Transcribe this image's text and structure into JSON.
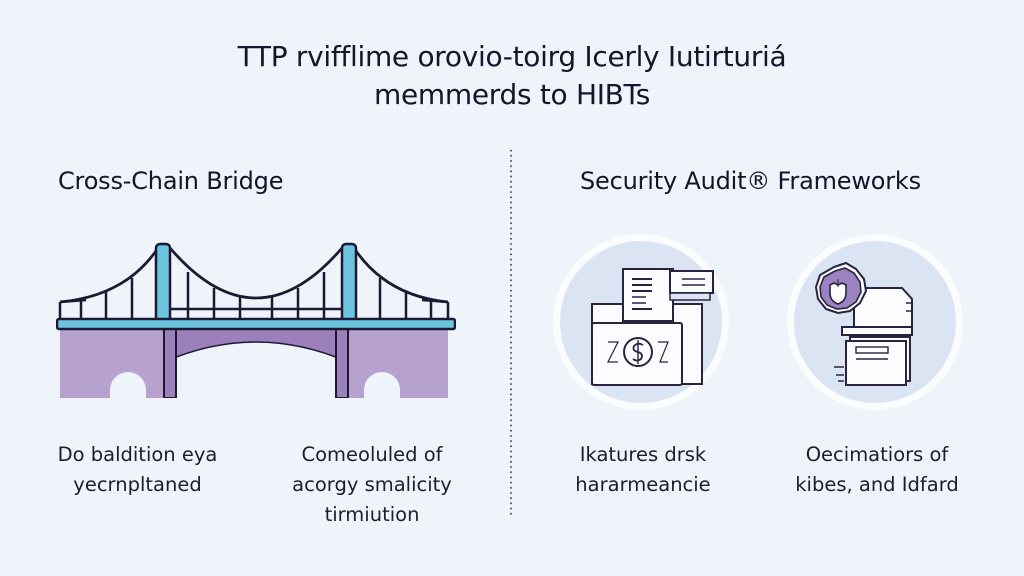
{
  "title": {
    "line1": "TTP rvifflime orovio-toirg Icerly Iutirturiá",
    "line2": "memmerds to HIBTs"
  },
  "left_section": {
    "heading": "Cross-Chain Bridge",
    "illustration": "suspension-bridge-icon",
    "captions": [
      {
        "line1": "Do baldition eya",
        "line2": "yecrnpltaned"
      },
      {
        "line1": "Comeoluled of",
        "line2": "acorgy smalicity",
        "line3": "tirmiution"
      }
    ]
  },
  "right_section": {
    "heading": "Security Audit® Frameworks",
    "badges": [
      {
        "icon": "audit-document-dollar-icon"
      },
      {
        "icon": "shield-seal-server-icon"
      }
    ],
    "captions": [
      {
        "line1": "Ikatures drsk",
        "line2": "hararmeancie"
      },
      {
        "line1": "Oecimatiors of",
        "line2": "kibes, and Idfard"
      }
    ]
  },
  "colors": {
    "background": "#eff3fa",
    "bridge_deck": "#6cc3df",
    "bridge_pier": "#b6a1cf",
    "bridge_arch": "#9c80bb",
    "outline": "#1c1a33",
    "badge_fill": "#dbe4f2",
    "seal_fill": "#9b82c0"
  }
}
